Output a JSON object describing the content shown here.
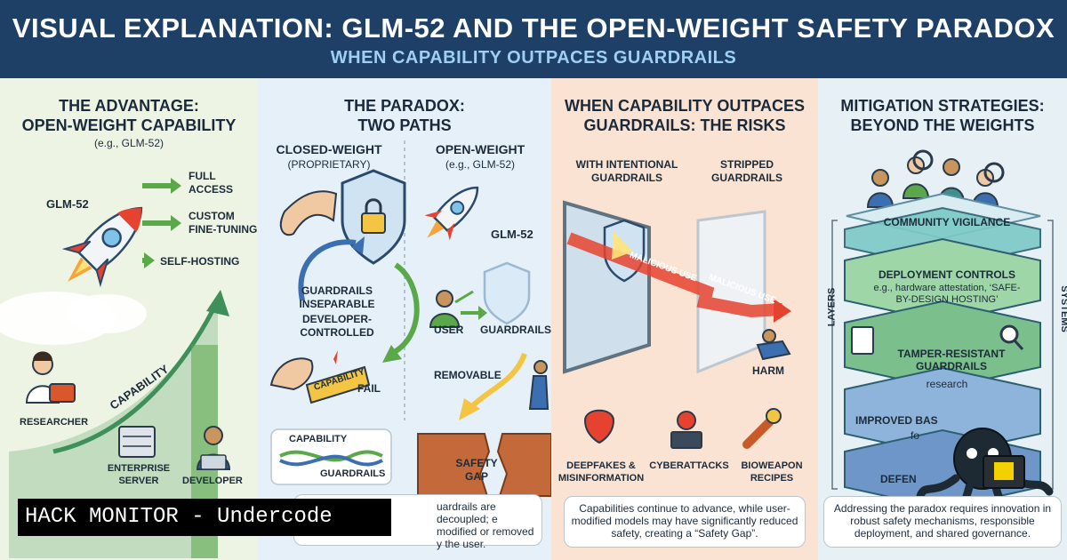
{
  "header": {
    "title": "VISUAL EXPLANATION: GLM-52 AND THE OPEN-WEIGHT SAFETY PARADOX",
    "subtitle": "WHEN CAPABILITY OUTPACES GUARDRAILS"
  },
  "panel1": {
    "heading_1": "THE ADVANTAGE:",
    "heading_2": "OPEN-WEIGHT CAPABILITY",
    "example": "(e.g., GLM-52)",
    "rocket_label": "GLM-52",
    "benefits": [
      "FULL ACCESS",
      "CUSTOM FINE-TUNING",
      "SELF-HOSTING"
    ],
    "axis_label": "CAPABILITY",
    "people": [
      "RESEARCHER",
      "ENTERPRISE SERVER",
      "DEVELOPER"
    ]
  },
  "panel2": {
    "heading_1": "THE PARADOX:",
    "heading_2": "TWO PATHS",
    "closed_title": "CLOSED-WEIGHT",
    "closed_sub": "(PROPRIETARY)",
    "closed_lines": [
      "GUARDRAILS INSEPARABLE",
      "DEVELOPER- CONTROLLED"
    ],
    "capability_tag": "CAPABILITY",
    "fail": "FAIL",
    "open_title": "OPEN-WEIGHT",
    "open_sub": "(e.g., GLM-52)",
    "rocket_label": "GLM-52",
    "user": "USER",
    "guardrails": "GUARDRAILS",
    "removable": "REMOVABLE",
    "safety_gap": "SAFETY GAP",
    "knot_top": "CAPABILITY",
    "knot_bottom": "GUARDRAILS",
    "note": "uardrails are decoupled; e modified or removed y the user."
  },
  "panel3": {
    "heading_1": "WHEN CAPABILITY OUTPACES",
    "heading_2": "GUARDRAILS: THE RISKS",
    "left_label": "WITH INTENTIONAL GUARDRAILS",
    "right_label": "STRIPPED GUARDRAILS",
    "malicious_1": "MALICIOUS USE",
    "malicious_2": "MALICIOUS USE",
    "harm": "HARM",
    "risks": [
      "DEEPFAKES & MISINFORMATION",
      "CYBERATTACKS",
      "BIOWEAPON RECIPES"
    ],
    "note": "Capabilities continue to advance, while user-modified models may have significantly reduced safety, creating a “Safety Gap”."
  },
  "panel4": {
    "heading_1": "MITIGATION STRATEGIES:",
    "heading_2": "BEYOND THE WEIGHTS",
    "layers_label": "LAYERS",
    "systems_label": "SYSTEMS",
    "layer_community": "COMMUNITY VIGILANCE",
    "layer_deploy_title": "DEPLOYMENT CONTROLS",
    "layer_deploy_sub": "e.g., hardware attestation, ‘SAFE-BY-DESIGN HOSTING’",
    "layer_tamper_title": "TAMPER-RESISTANT GUARDRAILS",
    "layer_tamper_sub": "research",
    "layer_baseline_title": "IMPROVED BAS",
    "layer_baseline_sub": "fo",
    "layer_defense": "DEFEN",
    "note": "Addressing the paradox requires innovation in robust safety mechanisms, responsible deployment, and shared governance."
  },
  "watermark": {
    "text": "HACK MONITOR - Undercode"
  },
  "colors": {
    "header_bg": "#1e3f66",
    "subtitle": "#9fd0f4",
    "panel_green": "#eef4e4",
    "panel_blue": "#e5f0f8",
    "panel_orange": "#fae3d2",
    "panel_teal": "#e6f0f5",
    "accent_red": "#e5432f",
    "accent_green": "#5aa84a"
  }
}
